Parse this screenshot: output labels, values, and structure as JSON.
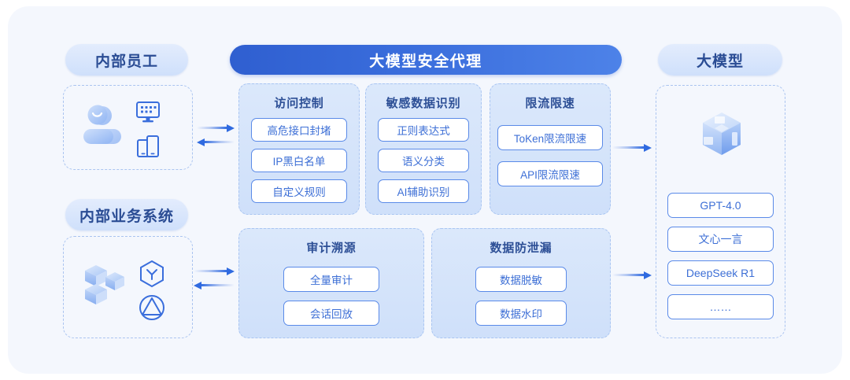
{
  "diagram": {
    "title": "大模型安全代理",
    "left_groups": [
      {
        "pill": "内部员工",
        "icons": [
          "user-avatar-icon",
          "monitor-icon",
          "devices-icon"
        ]
      },
      {
        "pill": "内部业务系统",
        "icons": [
          "server-stack-icon",
          "hexagon-y-icon",
          "circle-triangle-icon"
        ]
      }
    ],
    "right_group": {
      "pill": "大模型",
      "icon": "cube-3d-icon",
      "models": [
        "GPT-4.0",
        "文心一言",
        "DeepSeek R1",
        "……"
      ]
    },
    "modules": [
      {
        "title": "访问控制",
        "items": [
          "高危接口封堵",
          "IP黑白名单",
          "自定义规则"
        ]
      },
      {
        "title": "敏感数据识别",
        "items": [
          "正则表达式",
          "语义分类",
          "AI辅助识别"
        ]
      },
      {
        "title": "限流限速",
        "items": [
          "ToKen限流限速",
          "API限流限速"
        ]
      },
      {
        "title": "审计溯源",
        "items": [
          "全量审计",
          "会话回放"
        ]
      },
      {
        "title": "数据防泄漏",
        "items": [
          "数据脱敏",
          "数据水印"
        ]
      }
    ],
    "arrows": [
      {
        "name": "employee-to-agent",
        "direction": "bidirectional"
      },
      {
        "name": "business-to-agent",
        "direction": "bidirectional"
      },
      {
        "name": "agent-to-llm-top",
        "direction": "right"
      },
      {
        "name": "agent-to-llm-bottom",
        "direction": "right"
      }
    ],
    "colors": {
      "canvas_bg": "#f4f7fd",
      "title_gradient_start": "#2f5fd0",
      "title_gradient_end": "#4d82e8",
      "pill_text": "#2a4c94",
      "chip_border": "#5a8ae8",
      "chip_text": "#3d6fd6",
      "dashed_border": "#a9c5f2",
      "module_bg": "#d6e4fb",
      "arrow": "#2f6ae0"
    }
  }
}
